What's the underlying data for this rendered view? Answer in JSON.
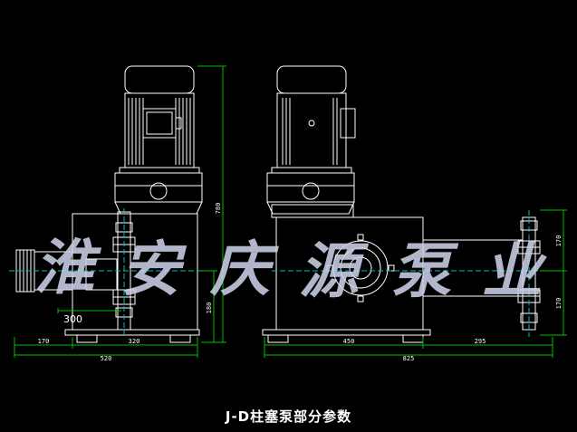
{
  "caption": "J-D柱塞泵部分参数",
  "watermark": [
    "淮",
    "安",
    "庆",
    "源",
    "泵",
    "业"
  ],
  "left_view": {
    "height_label": "780",
    "base_height_label": "180",
    "offset_label": "300",
    "width_labels": [
      "170",
      "320"
    ],
    "total_width_label": "520"
  },
  "right_view": {
    "side_height_label": "170",
    "center_height_label": "170",
    "width_labels": [
      "450",
      "295"
    ],
    "total_width_label": "825"
  },
  "colors": {
    "background": "#000000",
    "lines": "#ffffff",
    "dimension": "#00c000",
    "centerline": "#00c0c0",
    "watermark": "#c9cfe6"
  }
}
